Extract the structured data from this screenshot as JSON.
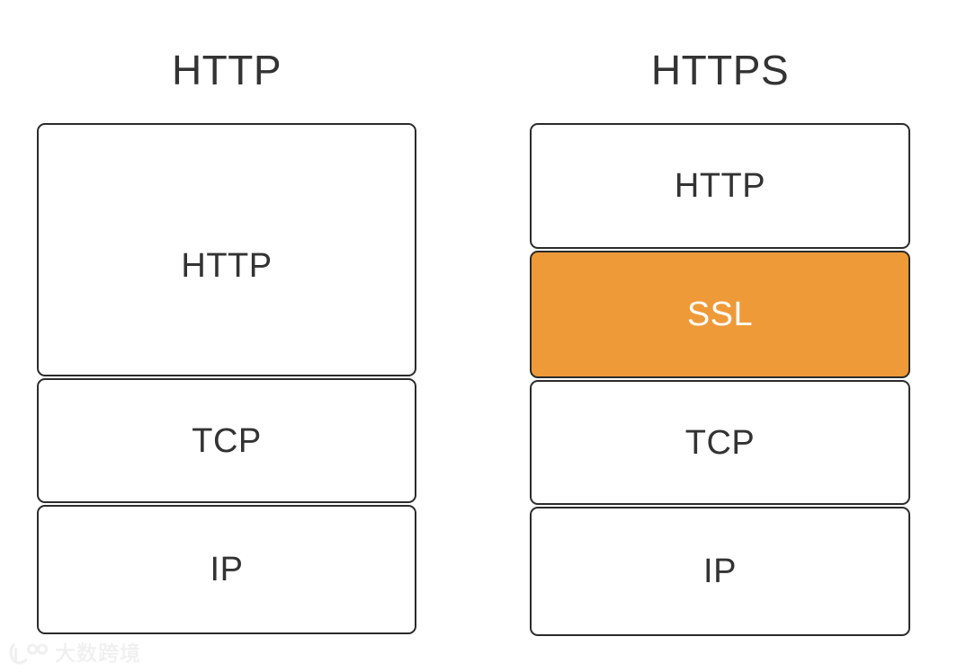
{
  "diagram": {
    "type": "protocol-stack-comparison",
    "background_color": "#ffffff",
    "border_color": "#2b2b2b",
    "text_color": "#333333",
    "accent_color": "#ef9a38",
    "accent_text_color": "#fffdf7",
    "columns": [
      {
        "id": "http",
        "title": "HTTP",
        "layers": [
          {
            "label": "HTTP",
            "highlighted": false
          },
          {
            "label": "TCP",
            "highlighted": false
          },
          {
            "label": "IP",
            "highlighted": false
          }
        ]
      },
      {
        "id": "https",
        "title": "HTTPS",
        "layers": [
          {
            "label": "HTTP",
            "highlighted": false
          },
          {
            "label": "SSL",
            "highlighted": true
          },
          {
            "label": "TCP",
            "highlighted": false
          },
          {
            "label": "IP",
            "highlighted": false
          }
        ]
      }
    ]
  },
  "watermark": {
    "text": "大数跨境",
    "icon": "logo-icon",
    "color": "#e2e2e2"
  }
}
